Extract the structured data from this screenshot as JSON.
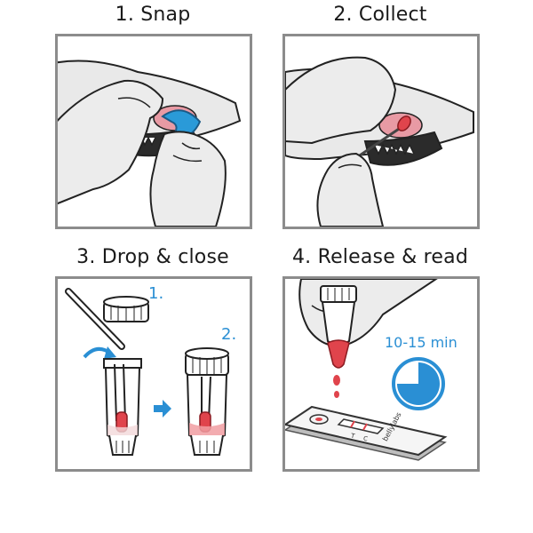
{
  "steps": [
    {
      "title": "1. Snap"
    },
    {
      "title": "2. Collect"
    },
    {
      "title": "3. Drop & close"
    },
    {
      "title": "4. Release & read"
    }
  ],
  "step3": {
    "substep1": "1.",
    "substep2": "2."
  },
  "step4": {
    "time": "10-15 min",
    "brand": "bellylabs",
    "strip_t": "T",
    "strip_c": "C",
    "timer_fraction": 0.75
  },
  "colors": {
    "accent_blue": "#2a8fd4",
    "sample_red": "#e0444c",
    "gum_pink": "#e89aa4",
    "border": "#8c8c8c",
    "skin": "#ececec"
  }
}
